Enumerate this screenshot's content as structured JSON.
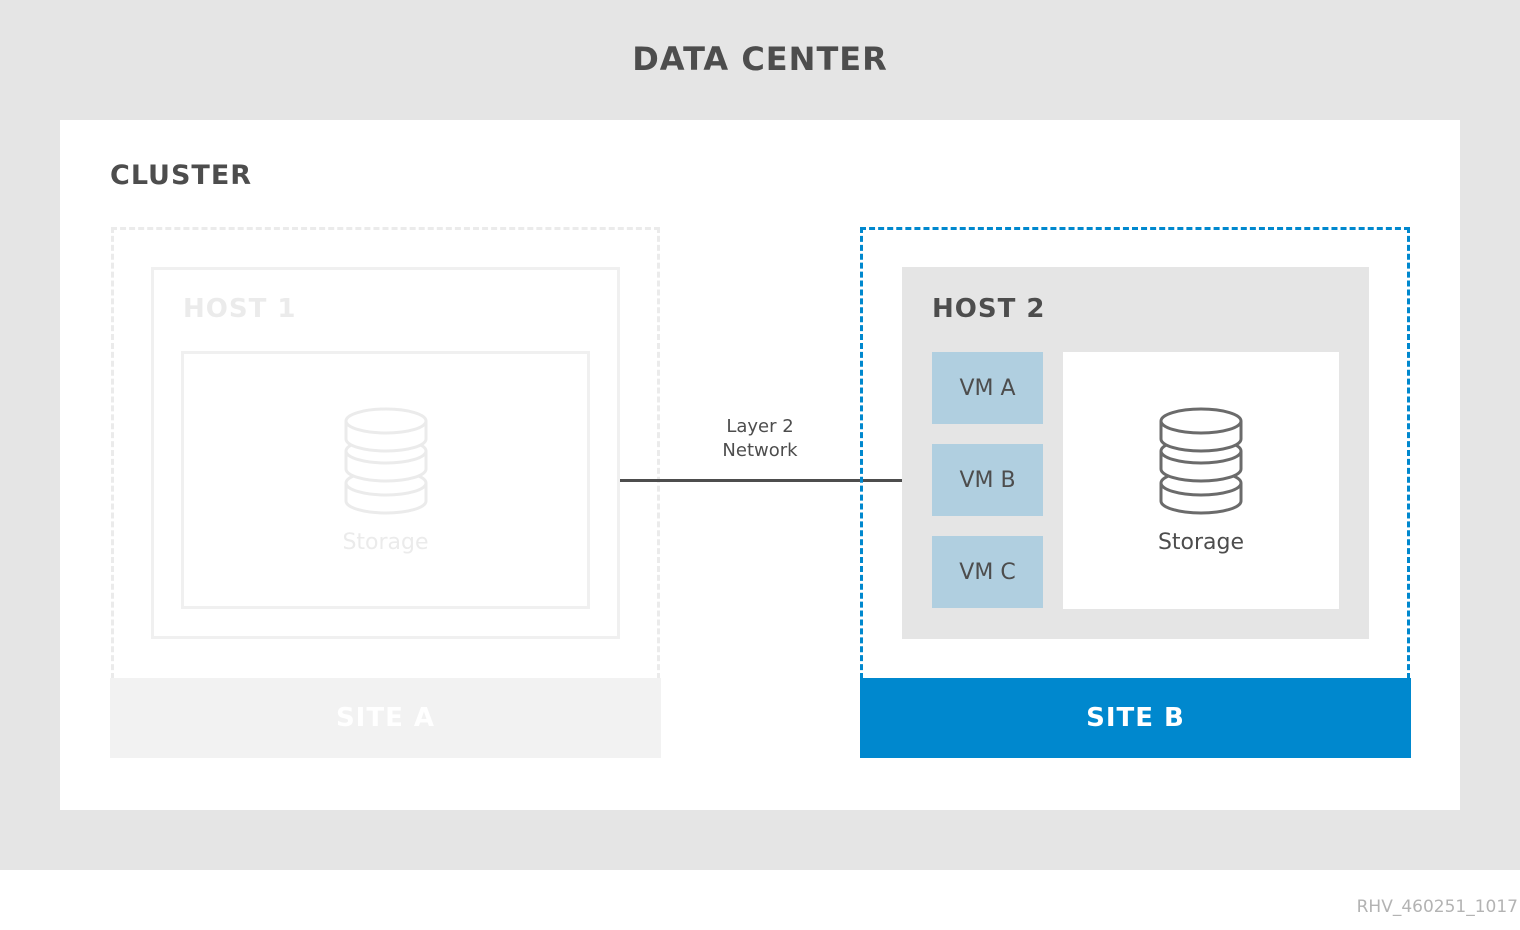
{
  "data_center": {
    "title": "DATA CENTER"
  },
  "cluster": {
    "title": "CLUSTER"
  },
  "site_a": {
    "label": "SITE A",
    "host": {
      "title": "HOST 1",
      "storage_label": "Storage"
    }
  },
  "network": {
    "label_line1": "Layer 2",
    "label_line2": "Network"
  },
  "site_b": {
    "label": "SITE B",
    "host": {
      "title": "HOST 2",
      "vms": [
        "VM A",
        "VM B",
        "VM C"
      ],
      "storage_label": "Storage"
    }
  },
  "figure_id": "RHV_460251_1017",
  "colors": {
    "accent": "#0088ce",
    "vm_fill": "#b0cfe0",
    "text_dark": "#4d4d4d",
    "background_grey": "#e5e5e5",
    "faded": "#ebebeb"
  },
  "icons": {
    "storage": "database-icon"
  }
}
